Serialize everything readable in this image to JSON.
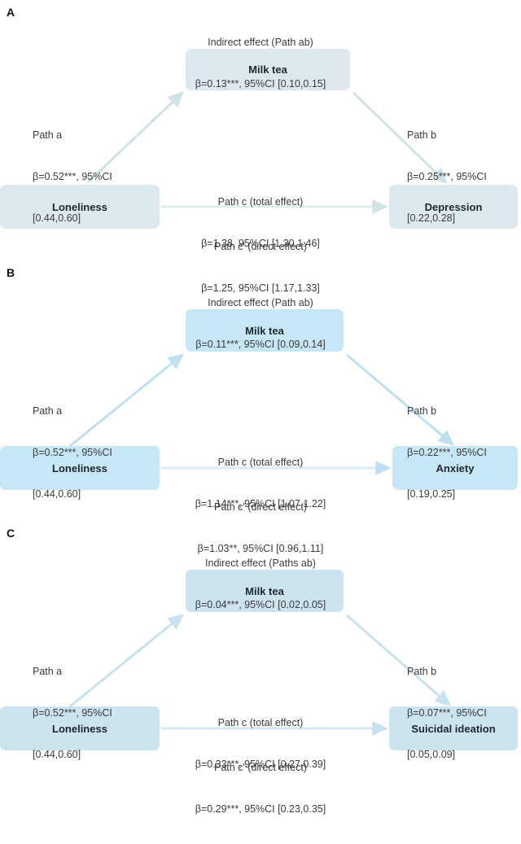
{
  "figure": {
    "type": "mediation-path-diagram",
    "panel_count": 3,
    "colors": {
      "node_fill_a": "#dde9ef",
      "node_fill_b": "#c7e7f7",
      "node_fill_c": "#cbe4ef",
      "arrow_a": "#cfe3e6",
      "arrow_b": "#bfe0f0",
      "arrow_c": "#c6e2ee",
      "text": "#3b3b3b",
      "node_text": "#1e2730",
      "background": "#ffffff"
    }
  },
  "panels": [
    {
      "letter": "A",
      "nodes": {
        "mediator": "Milk tea",
        "predictor": "Loneliness",
        "outcome": "Depression"
      },
      "indirect": {
        "title": "Indirect effect (Path ab)",
        "stats": "β=0.13***, 95%CI [0.10,0.15]"
      },
      "path_a": {
        "title": "Path a",
        "stats_line1": "β=0.52***, 95%CI",
        "stats_line2": "[0.44,0.60]"
      },
      "path_b": {
        "title": "Path b",
        "stats_line1": "β=0.25***, 95%CI",
        "stats_line2": "[0.22,0.28]"
      },
      "path_c": {
        "title": "Path c (total effect)",
        "stats": "β=1.38, 95%CI [1.30,1.46]"
      },
      "path_c_prime": {
        "title": "Path c' (direct effect)",
        "stats": "β=1.25, 95%CI [1.17,1.33]"
      }
    },
    {
      "letter": "B",
      "nodes": {
        "mediator": "Milk tea",
        "predictor": "Loneliness",
        "outcome": "Anxiety"
      },
      "indirect": {
        "title": "Indirect effect (Path ab)",
        "stats": "β=0.11***, 95%CI [0.09,0.14]"
      },
      "path_a": {
        "title": "Path a",
        "stats_line1": "β=0.52***, 95%CI",
        "stats_line2": "[0.44,0.60]"
      },
      "path_b": {
        "title": "Path b",
        "stats_line1": "β=0.22***, 95%CI",
        "stats_line2": "[0.19,0.25]"
      },
      "path_c": {
        "title": "Path c (total effect)",
        "stats": "β=1.14***, 95%CI [1.07,1.22]"
      },
      "path_c_prime": {
        "title": "Path c' (direct effect)",
        "stats": "β=1.03**, 95%CI [0.96,1.11]"
      }
    },
    {
      "letter": "C",
      "nodes": {
        "mediator": "Milk tea",
        "predictor": "Loneliness",
        "outcome": "Suicidal ideation"
      },
      "indirect": {
        "title": "Indirect effect (Paths ab)",
        "stats": "β=0.04***, 95%CI [0.02,0.05]"
      },
      "path_a": {
        "title": "Path a",
        "stats_line1": "β=0.52***, 95%CI",
        "stats_line2": "[0.44,0.60]"
      },
      "path_b": {
        "title": "Path b",
        "stats_line1": "β=0.07***, 95%CI",
        "stats_line2": "[0.05,0.09]"
      },
      "path_c": {
        "title": "Path c (total effect)",
        "stats": "β=0.33***, 95%CI [0.27,0.39]"
      },
      "path_c_prime": {
        "title": "Path c' (direct effect)",
        "stats": "β=0.29***, 95%CI [0.23,0.35]"
      }
    }
  ]
}
